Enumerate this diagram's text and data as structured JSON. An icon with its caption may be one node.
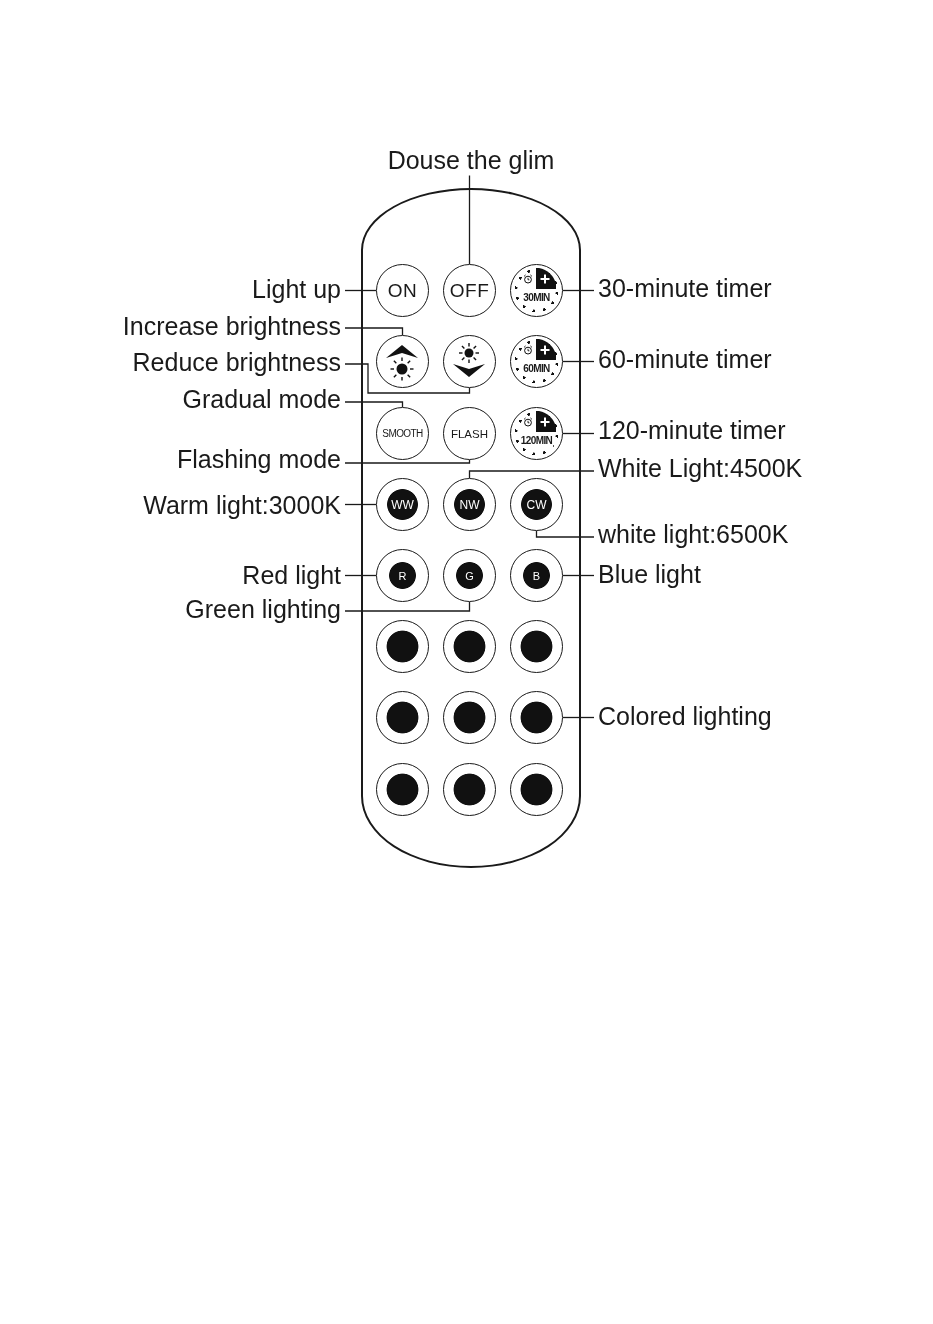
{
  "diagram": {
    "nodes": [
      {
        "text": [
          "Douse the glim"
        ]
      },
      {
        "text": [],
        "shape": "box"
      },
      {
        "text": [
          "ON"
        ],
        "in": 1
      },
      {
        "text": [
          "OFF"
        ],
        "in": 1
      },
      {
        "text": [
          "30MIN"
        ],
        "in": 1
      },
      {
        "text": [],
        "shape": "circle",
        "in": 1
      },
      {
        "text": [],
        "shape": "circle",
        "in": 1
      },
      {
        "text": [
          "60MIN"
        ],
        "in": 1
      },
      {
        "text": [
          "SMOOTH"
        ],
        "in": 1
      },
      {
        "text": [
          "FLASH"
        ],
        "in": 1
      },
      {
        "text": [
          "120MIN"
        ],
        "in": 1
      },
      {
        "text": [
          "WW"
        ],
        "in": 1
      },
      {
        "text": [
          "NW"
        ],
        "in": 1
      },
      {
        "text": [
          "CW"
        ],
        "in": 1
      },
      {
        "text": [
          "R"
        ],
        "in": 1
      },
      {
        "text": [
          "G"
        ],
        "in": 1
      },
      {
        "text": [
          "B"
        ],
        "in": 1
      },
      {
        "text": [],
        "shape": "circle",
        "in": 1
      },
      {
        "text": [],
        "shape": "circle",
        "in": 1
      },
      {
        "text": [],
        "shape": "circle",
        "in": 1
      },
      {
        "text": [],
        "shape": "circle",
        "in": 1
      },
      {
        "text": [],
        "shape": "circle",
        "in": 1
      },
      {
        "text": [],
        "shape": "circle",
        "in": 1
      },
      {
        "text": [],
        "shape": "circle",
        "in": 1
      },
      {
        "text": [],
        "shape": "circle",
        "in": 1
      },
      {
        "text": [],
        "shape": "circle",
        "in": 1
      },
      {
        "text": [
          "Light up"
        ]
      },
      {
        "text": [
          "30-minute timer"
        ]
      },
      {
        "text": [
          "Increase brightness"
        ]
      },
      {
        "text": [
          "Reduce brightness"
        ]
      },
      {
        "text": [
          "60-minute timer"
        ]
      },
      {
        "text": [
          "Gradual mode"
        ]
      },
      {
        "text": [
          "120-minute timer"
        ]
      },
      {
        "text": [
          "Flashing mode"
        ]
      },
      {
        "text": [
          "White Light:4500K"
        ]
      },
      {
        "text": [
          "Warm light:3000K"
        ]
      },
      {
        "text": [
          "white light:6500K"
        ]
      },
      {
        "text": [
          "Red light"
        ]
      },
      {
        "text": [
          "Blue light"
        ]
      },
      {
        "text": [
          "Green lighting"
        ]
      },
      {
        "text": [
          "Colored lighting"
        ]
      }
    ],
    "edges": [
      {
        "from": 0,
        "to": 3,
        "arrow": "none"
      },
      {
        "from": 26,
        "to": 2,
        "arrow": "none"
      },
      {
        "from": 27,
        "to": 4,
        "arrow": "none"
      },
      {
        "from": 28,
        "to": 5,
        "arrow": "none"
      },
      {
        "from": 29,
        "to": 6,
        "arrow": "none"
      },
      {
        "from": 30,
        "to": 7,
        "arrow": "none"
      },
      {
        "from": 31,
        "to": 8,
        "arrow": "none"
      },
      {
        "from": 32,
        "to": 10,
        "arrow": "none"
      },
      {
        "from": 33,
        "to": 9,
        "arrow": "none"
      },
      {
        "from": 34,
        "to": 12,
        "arrow": "none"
      },
      {
        "from": 35,
        "to": 11,
        "arrow": "none"
      },
      {
        "from": 36,
        "to": 13,
        "arrow": "none"
      },
      {
        "from": 37,
        "to": 14,
        "arrow": "none"
      },
      {
        "from": 38,
        "to": 16,
        "arrow": "none"
      },
      {
        "from": 39,
        "to": 15,
        "arrow": "none"
      },
      {
        "from": 40,
        "to": 22,
        "arrow": "none"
      }
    ]
  }
}
